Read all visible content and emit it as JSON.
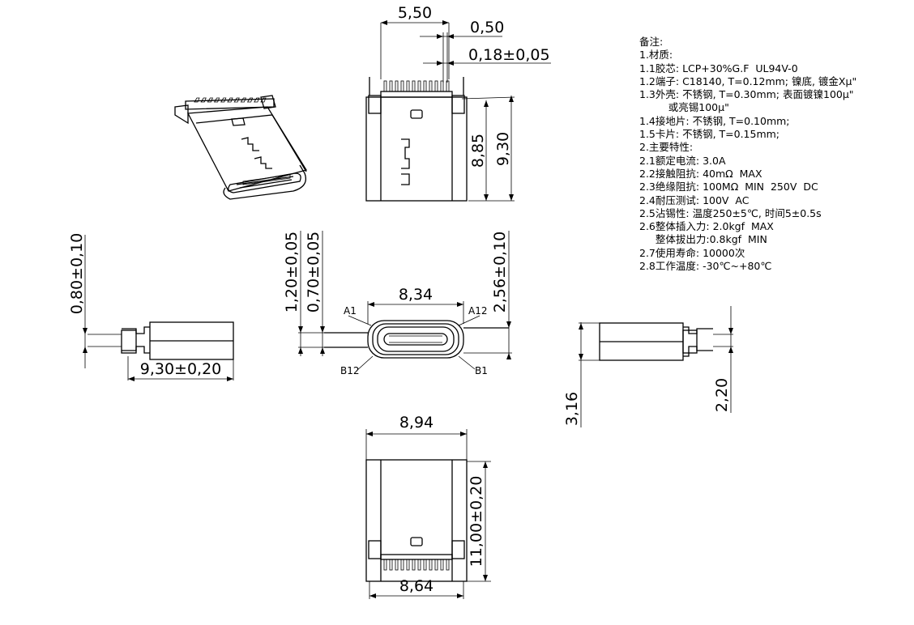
{
  "dimensions": {
    "top_width": "5,50",
    "top_pin_pitch": "0,50",
    "top_pin_width": "0,18±0,05",
    "top_h1": "8,85",
    "top_h2": "9,30",
    "side_thick": "0,80±0,10",
    "side_len": "9,30±0,20",
    "front_h1": "1,20±0,05",
    "front_h2": "0,70±0,05",
    "front_w": "8,34",
    "front_h3": "2,56±0,10",
    "right_h1": "3,16",
    "right_h2": "2,20",
    "bottom_w1": "8,94",
    "bottom_h": "11,00±0,20",
    "bottom_w2": "8,64"
  },
  "pins": {
    "a1": "A1",
    "a12": "A12",
    "b12": "B12",
    "b1": "B1"
  },
  "notes": [
    "备注:",
    "1.材质:",
    "1.1胶芯: LCP+30%G.F  UL94V-0",
    "1.2端子: C18140, T=0.12mm; 镍底, 镀金Xμ\"",
    "1.3外壳: 不锈钢, T=0.30mm; 表面镀镍100μ\"",
    "         或亮锡100μ\"",
    "1.4接地片: 不锈钢, T=0.10mm;",
    "1.5卡片: 不锈钢, T=0.15mm;",
    "2.主要特性:",
    "2.1额定电流: 3.0A",
    "2.2接触阻抗: 40mΩ  MAX",
    "2.3绝缘阻抗: 100MΩ  MIN  250V  DC",
    "2.4耐压测试: 100V  AC",
    "2.5沾锡性: 温度250±5℃, 时间5±0.5s",
    "2.6整体插入力: 2.0kgf  MAX",
    "     整体拔出力:0.8kgf  MIN",
    "2.7使用寿命: 10000次",
    "2.8工作温度: -30℃~+80℃"
  ]
}
